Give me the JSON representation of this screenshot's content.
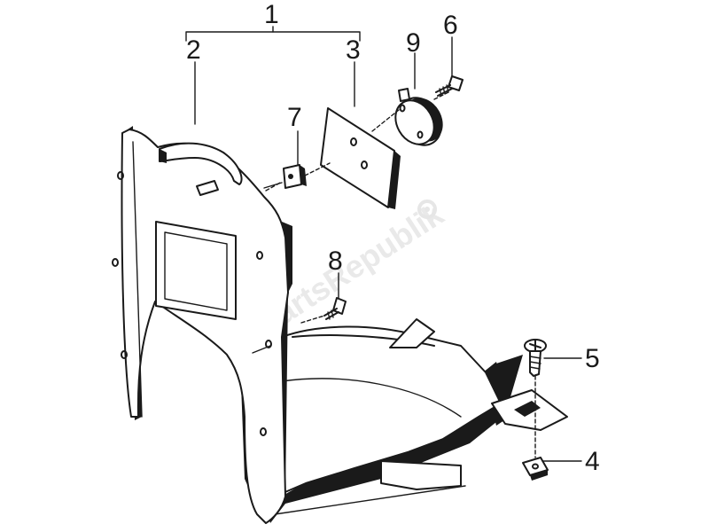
{
  "callouts": {
    "c1": "1",
    "c2": "2",
    "c3": "3",
    "c4": "4",
    "c5": "5",
    "c6": "6",
    "c7": "7",
    "c8": "8",
    "c9": "9"
  },
  "watermark": "PartsRepublik",
  "colors": {
    "ink": "#1a1a1a",
    "paper": "#ffffff",
    "watermark": "#e9e9e9"
  }
}
